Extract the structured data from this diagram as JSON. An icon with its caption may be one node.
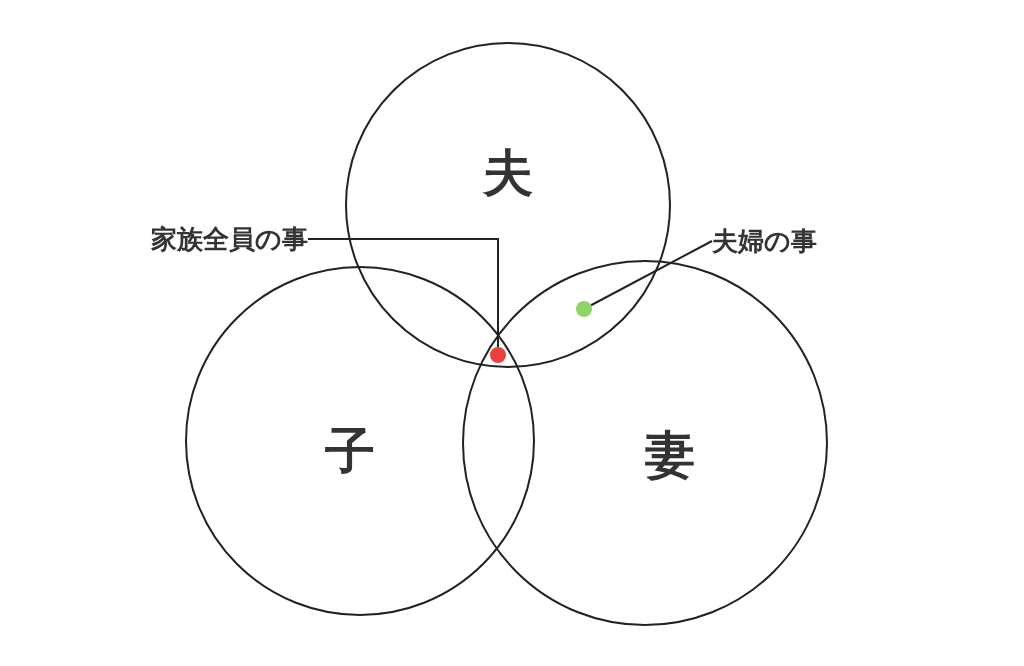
{
  "diagram": {
    "nodes": [
      {
        "text": [
          "夫"
        ]
      },
      {
        "text": [
          "子"
        ]
      },
      {
        "text": [
          "妻"
        ]
      },
      {
        "text": [
          "家族全員の事"
        ]
      },
      {
        "text": [],
        "shape": "circle"
      },
      {
        "text": [
          "夫婦の事"
        ]
      },
      {
        "text": [],
        "shape": "circle"
      }
    ],
    "edges": [
      {
        "from": 3,
        "to": 4,
        "arrow": "none"
      },
      {
        "from": 5,
        "to": 6,
        "arrow": "none"
      }
    ]
  }
}
